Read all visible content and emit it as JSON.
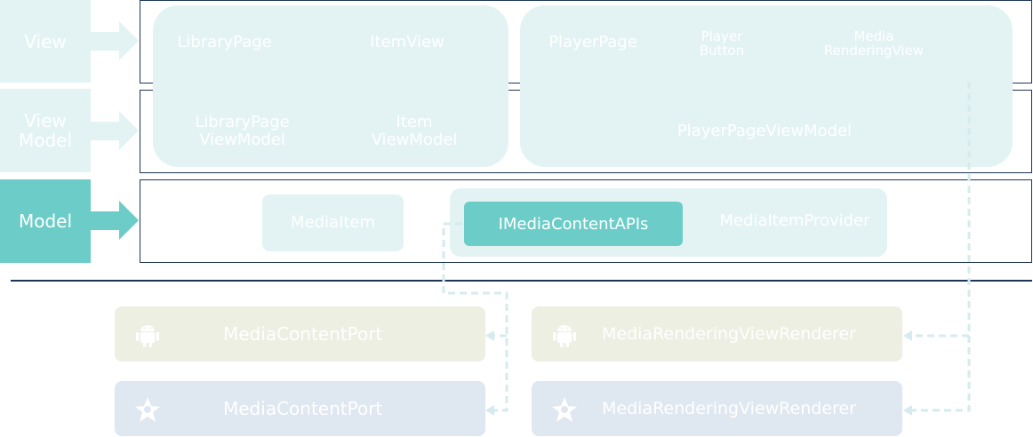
{
  "colors": {
    "layer_light": "#e3f3f4",
    "layer_active": "#6ccdc8",
    "accent": "#6ccdc8",
    "border": "#1e3556",
    "android_box": "#ecefe1",
    "windows_box": "#dfe7f1",
    "connector": "#d6ebed"
  },
  "layers": {
    "view": "View",
    "viewmodel_line1": "View",
    "viewmodel_line2": "Model",
    "model": "Model"
  },
  "view_row": {
    "library_page": "LibraryPage",
    "item_view": "ItemView",
    "player_page": "PlayerPage",
    "player_button_line1": "Player",
    "player_button_line2": "Button",
    "media_rendering_line1": "Media",
    "media_rendering_line2": "RenderingView"
  },
  "viewmodel_row": {
    "library_vm_line1": "LibraryPage",
    "library_vm_line2": "ViewModel",
    "item_vm_line1": "Item",
    "item_vm_line2": "ViewModel",
    "player_vm": "PlayerPageViewModel"
  },
  "model_row": {
    "media_item": "MediaItem",
    "content_apis": "IMediaContentAPIs",
    "item_provider": "MediaItemProvider"
  },
  "platform": {
    "android_port": "MediaContentPort",
    "android_renderer": "MediaRenderingViewRenderer",
    "windows_port": "MediaContentPort",
    "windows_renderer": "MediaRenderingViewRenderer",
    "android_icon": "android-icon",
    "windows_icon": "windows-star-icon"
  }
}
